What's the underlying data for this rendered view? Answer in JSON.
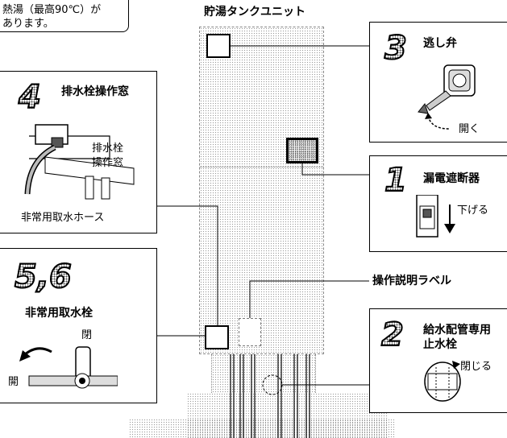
{
  "warning_note": {
    "line1": "熱湯（最高90℃）が",
    "line2": "あります。"
  },
  "unit_title": "貯湯タンクユニット",
  "label_operation": "操作説明ラベル",
  "items": [
    {
      "number": "3",
      "title": "逃し弁",
      "action": "開く"
    },
    {
      "number": "4",
      "title": "排水栓操作窓",
      "callout1": "排水栓",
      "callout2": "操作窓",
      "hose": "非常用取水ホース"
    },
    {
      "number": "1",
      "title": "漏電遮断器",
      "action": "下げる"
    },
    {
      "number": "5,6",
      "title": "非常用取水栓",
      "closed": "閉",
      "open": "開"
    },
    {
      "number": "2",
      "title_line1": "給水配管専用",
      "title_line2": "止水栓",
      "action": "閉じる"
    }
  ]
}
